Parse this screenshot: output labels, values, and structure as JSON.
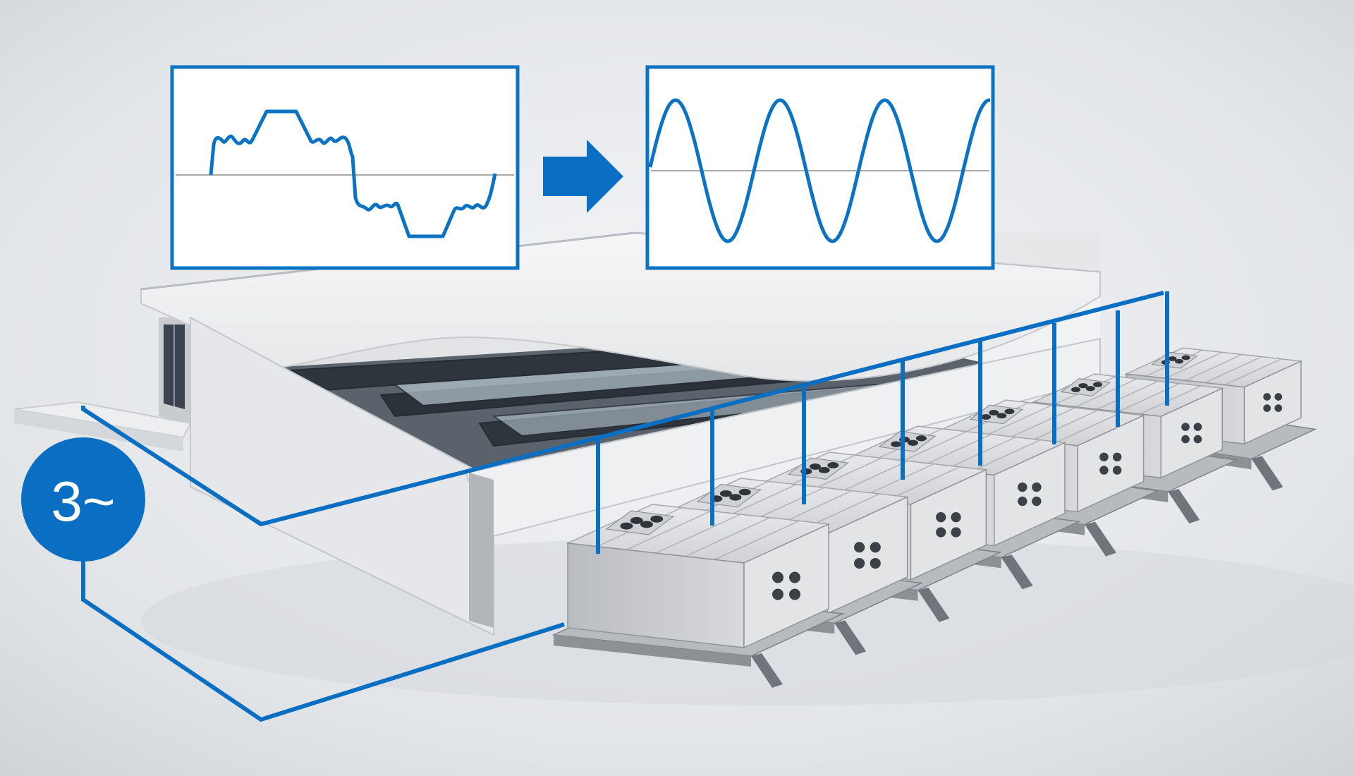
{
  "colors": {
    "accent": "#0a6fc2",
    "scope_frame": "#0b72c4",
    "zero_line": "#a9a9a9",
    "background": "#e3e6e9",
    "building": "#f1f2f3",
    "equipment": "#c9ccd0"
  },
  "phase_badge": {
    "label": "3~"
  },
  "waveforms": {
    "input": {
      "description": "distorted-waveform"
    },
    "output": {
      "description": "sine-waveform"
    }
  },
  "icons": {
    "arrow": "arrow-right-icon"
  },
  "equipment": {
    "unit_count": 7
  }
}
